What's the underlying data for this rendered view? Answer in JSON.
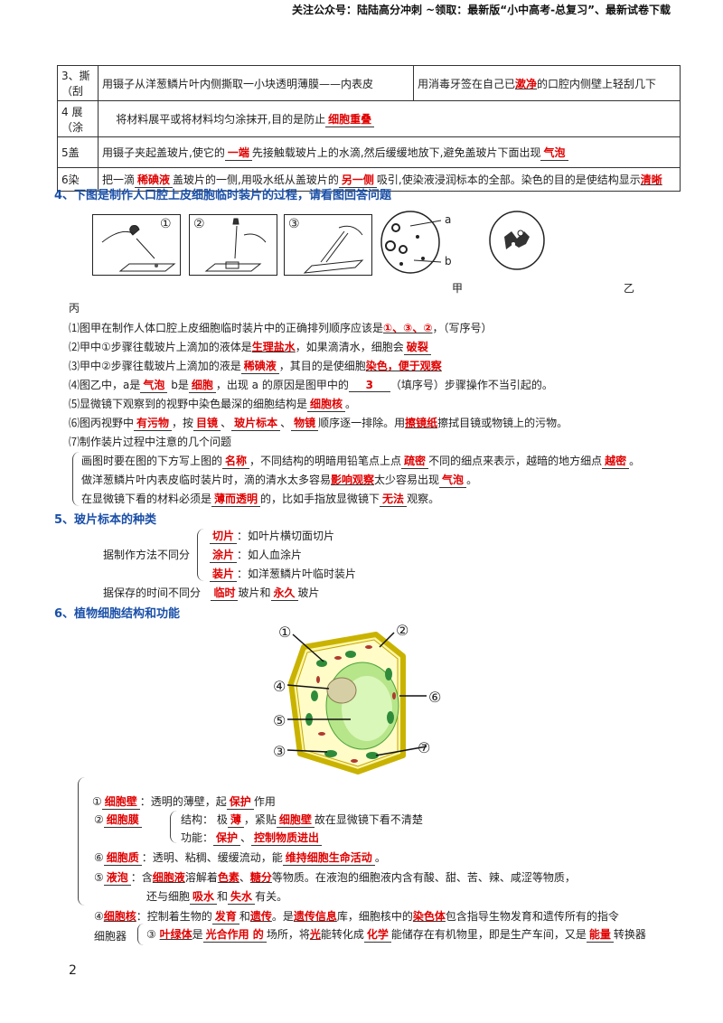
{
  "header": "关注公众号：陆陆高分冲刺 ~领取：最新版“小中高考-总复习”、最新试卷下载",
  "steps_table": [
    {
      "label": "3、撕（刮",
      "content": "用镊子从洋葱鳞片叶内侧撕取一小块透明薄膜——内表皮",
      "right_pre": "用消毒牙签在自己已",
      "right_ans": "漱净",
      "right_post": "的口腔内侧壁上轻刮几下"
    },
    {
      "label": "4 展（涂",
      "pre": "将材料展平或将材料均匀涂抹开,目的是防止",
      "ans": "细胞重叠"
    },
    {
      "label": "5盖",
      "pre": "用镊子夹起盖玻片,使它的",
      "ans1": "一端",
      "mid": "先接触载玻片上的水滴,然后缓缓地放下,避免盖玻片下面出现",
      "ans2": "气泡"
    },
    {
      "label": "6染",
      "pre": "把一滴",
      "ans1": "稀碘液",
      "mid": "盖玻片的一侧,用吸水纸从盖玻片的",
      "ans2": "另一侧",
      "post": "吸引,使染液浸润标本的全部。染色的目的是使结构显示",
      "ans3": "清晰"
    }
  ],
  "section4": {
    "title": "4、下图是制作人口腔上皮细胞临时装片的过程，请看图回答问题",
    "fig_labels": [
      "①",
      "②",
      "③"
    ],
    "label_a": "a",
    "label_b": "b",
    "label_jia": "甲",
    "label_yi": "乙",
    "label_bing": "丙",
    "q1": {
      "pre": "⑴图甲在制作人体口腔上皮细胞临时装片中的正确排列顺序应该是",
      "ans": "①、③、②",
      "post": "，（写序号）"
    },
    "q2": {
      "pre": "⑵甲中①步骤往载玻片上滴加的液体是",
      "ans1": "生理盐水",
      "mid": "，如果滴清水，细胞会",
      "ans2": "破裂"
    },
    "q3": {
      "pre": "⑶甲中②步骤往载玻片上滴加的液是",
      "ans1": "稀碘液",
      "mid": "，其目的是使细胞",
      "ans2": "染色，便于观察"
    },
    "q4": {
      "pre": "⑷图乙中，a是",
      "ans1": "气泡",
      "mid1": "b是",
      "ans2": "细胞",
      "mid2": "，出现 a 的原因是图甲中的",
      "ans3": "3",
      "post": "（填序号）步骤操作不当引起的。"
    },
    "q5": {
      "pre": "⑸显微镜下观察到的视野中染色最深的细胞结构是",
      "ans": "细胞核",
      "post": "。"
    },
    "q6": {
      "pre": "⑹图丙视野中",
      "ans1": "有污物",
      "t1": "，按",
      "ans2": "目镜",
      "t2": "、",
      "ans3": "玻片标本",
      "t3": "、",
      "ans4": "物镜",
      "t4": "顺序逐一排除。用",
      "ans5": "擦镜纸",
      "post": "擦拭目镜或物镜上的污物。"
    },
    "q7": "⑺制作装片过程中注意的几个问题",
    "q7a": {
      "pre": "画图时要在图的下方写上图的",
      "ans1": "名称",
      "mid": "，不同结构的明暗用铅笔点上点",
      "ans2": "疏密",
      "mid2": "不同的细点来表示，越暗的地方细点",
      "ans3": "越密",
      "post": "。"
    },
    "q7b": {
      "pre": "做洋葱鳞片叶内表皮临时装片时，滴的清水太多容易",
      "ans1": "影响观察",
      "mid": "太少容易出现",
      "ans2": "气泡",
      "post": "。"
    },
    "q7c": {
      "pre": "在显微镜下看的材料必须是",
      "ans1": "薄而透明",
      "mid": "的，比如手指放显微镜下",
      "ans2": "无法",
      "post": "观察。"
    }
  },
  "section5": {
    "title": "5、玻片标本的种类",
    "by_method": "据制作方法不同分",
    "items": [
      {
        "ans": "切片",
        "desc": "：如叶片横切面切片"
      },
      {
        "ans": "涂片",
        "desc": "：如人血涂片"
      },
      {
        "ans": "装片",
        "desc": "：如洋葱鳞片叶临时装片"
      }
    ],
    "by_time": "据保存的时间不同分",
    "ans_temp": "临时",
    "mid": "玻片和",
    "ans_perm": "永久",
    "post": "玻片"
  },
  "section6": {
    "title": "6、植物细胞结构和功能",
    "diagram_labels": [
      "①",
      "②",
      "③",
      "④",
      "⑤",
      "⑥",
      "⑦"
    ],
    "wall": {
      "num": "①",
      "ans": "细胞壁",
      "mid": "：透明的薄壁，起",
      "ans2": "保护",
      "post": "作用"
    },
    "membrane": {
      "num": "②",
      "ans": "细胞膜",
      "struct_pre": "结构：  极",
      "ans2": "薄",
      "struct_mid": "，紧贴",
      "ans3": "细胞壁",
      "struct_post": "故在显微镜下看不清楚",
      "func_pre": "功能：",
      "ans4": "保护",
      "func_mid": "、",
      "ans5": "控制物质进出"
    },
    "cytoplasm": {
      "num": "⑥",
      "ans": "细胞质",
      "mid": "：透明、粘稠、缓缓流动，能",
      "ans2": "维持细胞生命活动",
      "post": "。"
    },
    "vacuole": {
      "num": "⑤",
      "ans": "液泡",
      "t1": "：含",
      "ans2": "细胞液",
      "t2": "溶解着",
      "ans3": "色素",
      "t3": "、",
      "ans4": "糖分",
      "t4": "等物质。在液泡的细胞液内含有酸、甜、苦、辣、咸涩等物质，",
      "l2_pre": "还与细胞",
      "ans5": "吸水",
      "l2_mid": "和",
      "ans6": "失水",
      "l2_post": "有关。"
    },
    "nucleus": {
      "num": "④",
      "ans": "细胞核",
      "t1": "：控制着生物的",
      "ans2": "发育",
      "t2": "和",
      "ans3": "遗传",
      "t3": "。是",
      "ans4": "遗传信息",
      "t4": "库，细胞核中的",
      "ans5": "染色体",
      "post": "包含指导生物发育和遗传所有的指令"
    },
    "organelle": {
      "label": "细胞器",
      "num": "③",
      "ans": "叶绿体",
      "t1": "是",
      "ans2": "光合作用 的",
      "t2": "场所，将",
      "ans3": "光",
      "t3": "能转化成",
      "ans4": "化学",
      "t4": "能储存在有机物里，即是生产车间，又是",
      "ans5": "能量",
      "post": "转换器"
    }
  },
  "page_number": "2"
}
